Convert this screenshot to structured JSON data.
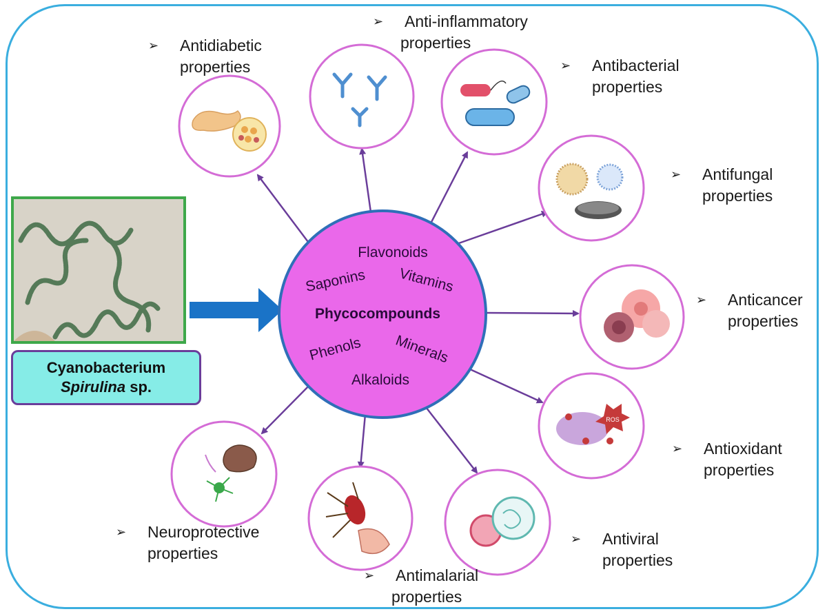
{
  "center": {
    "title": "Phycocompounds",
    "compounds": [
      "Flavonoids",
      "Saponins",
      "Vitamins",
      "Phenols",
      "Minerals",
      "Alkaloids"
    ]
  },
  "source": {
    "line1": "Cyanobacterium",
    "genus": "Spirulina",
    "suffix": " sp."
  },
  "bullet_symbol": "➢",
  "properties": [
    {
      "id": "antidiabetic",
      "line1": "Antidiabetic",
      "line2": "properties",
      "icon": "pancreas-icon"
    },
    {
      "id": "anti-inflammatory",
      "line1": "Anti-inflammatory",
      "line2": "properties",
      "icon": "antibody-icon"
    },
    {
      "id": "antibacterial",
      "line1": "Antibacterial",
      "line2": "properties",
      "icon": "bacteria-icon"
    },
    {
      "id": "antifungal",
      "line1": "Antifungal",
      "line2": "properties",
      "icon": "fungi-icon"
    },
    {
      "id": "anticancer",
      "line1": "Anticancer",
      "line2": "properties",
      "icon": "cancer-cell-icon"
    },
    {
      "id": "antioxidant",
      "line1": "Antioxidant",
      "line2": "properties",
      "icon": "ros-icon"
    },
    {
      "id": "antiviral",
      "line1": "Antiviral",
      "line2": "properties",
      "icon": "virus-icon"
    },
    {
      "id": "antimalarial",
      "line1": "Antimalarial",
      "line2": "properties",
      "icon": "mosquito-icon"
    },
    {
      "id": "neuroprotective",
      "line1": "Neuroprotective",
      "line2": "properties",
      "icon": "brain-neuron-icon"
    }
  ],
  "colors": {
    "frame": "#3aaedf",
    "center_fill": "#ea68ea",
    "center_stroke": "#2f6fb8",
    "arrow": "#6a3d9a",
    "icon_circle": "#d46cd6",
    "big_arrow": "#1a73c7",
    "species_box": "#86ece7",
    "photo_border": "#3ea84a"
  }
}
